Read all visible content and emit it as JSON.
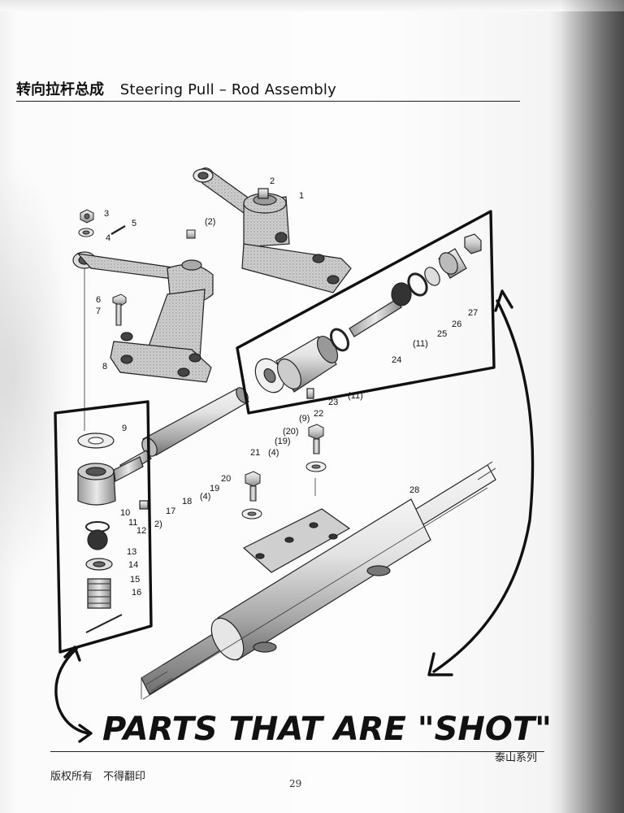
{
  "header": {
    "title_zh": "转向拉杆总成",
    "title_en": "Steering Pull – Rod Assembly"
  },
  "footer": {
    "copyright": "版权所有　不得翻印",
    "series": "泰山系列",
    "page_number": "29"
  },
  "annotation": {
    "handwritten_text": "PARTS THAT ARE \"SHOT\""
  },
  "part_labels": {
    "p1": "1",
    "p2": "2",
    "p2b": "(2)",
    "p3": "3",
    "p4": "4",
    "p5": "5",
    "p6": "6",
    "p7": "7",
    "p8": "8",
    "p9": "9",
    "p9b": "(9)",
    "p10": "10",
    "p11": "11",
    "p11b": "(11)",
    "p11c": "(11)",
    "p12": "12",
    "p2c": "2)",
    "p13": "13",
    "p14": "14",
    "p15": "15",
    "p16": "16",
    "p17": "17",
    "p18": "18",
    "p19": "19",
    "p19b": "(19)",
    "p20": "20",
    "p20b": "(20)",
    "p4b": "(4)",
    "p4c": "(4)",
    "p21": "21",
    "p22": "22",
    "p23": "23",
    "p24": "24",
    "p25": "25",
    "p26": "26",
    "p27": "27",
    "p28": "28"
  },
  "colors": {
    "ink": "#111111",
    "metal_light": "#e6e6e6",
    "metal_mid": "#bdbdbd",
    "metal_dark": "#7d7d7d"
  }
}
